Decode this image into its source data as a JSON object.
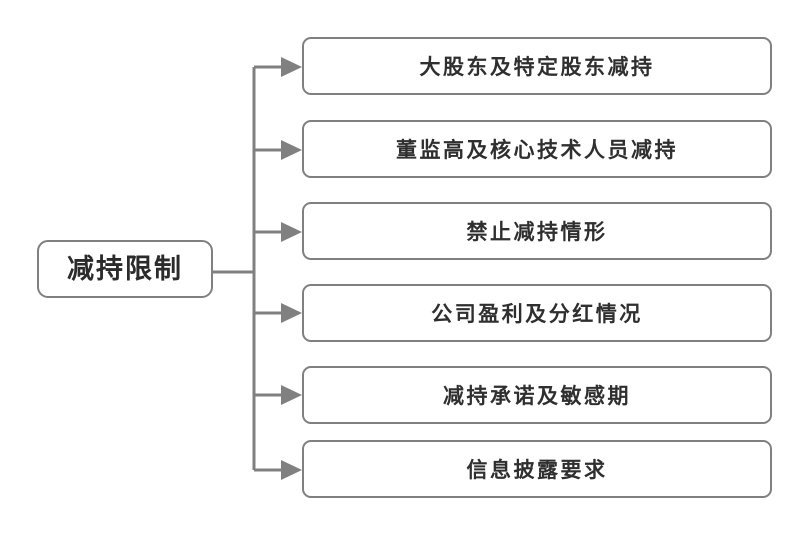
{
  "diagram": {
    "type": "tree-map",
    "title": "减持限制",
    "root": {
      "label": "减持限制"
    },
    "branches": [
      {
        "label": "大股东及特定股东减持"
      },
      {
        "label": "董监高及核心技术人员减持"
      },
      {
        "label": "禁止减持情形"
      },
      {
        "label": "公司盈利及分红情况"
      },
      {
        "label": "减持承诺及敏感期"
      },
      {
        "label": "信息披露要求"
      }
    ],
    "colors": {
      "background": "#ffffff",
      "border": "#808080",
      "connector": "#808080",
      "root_text": "#2b2b2b",
      "branch_text": "#2f2f2f"
    }
  }
}
